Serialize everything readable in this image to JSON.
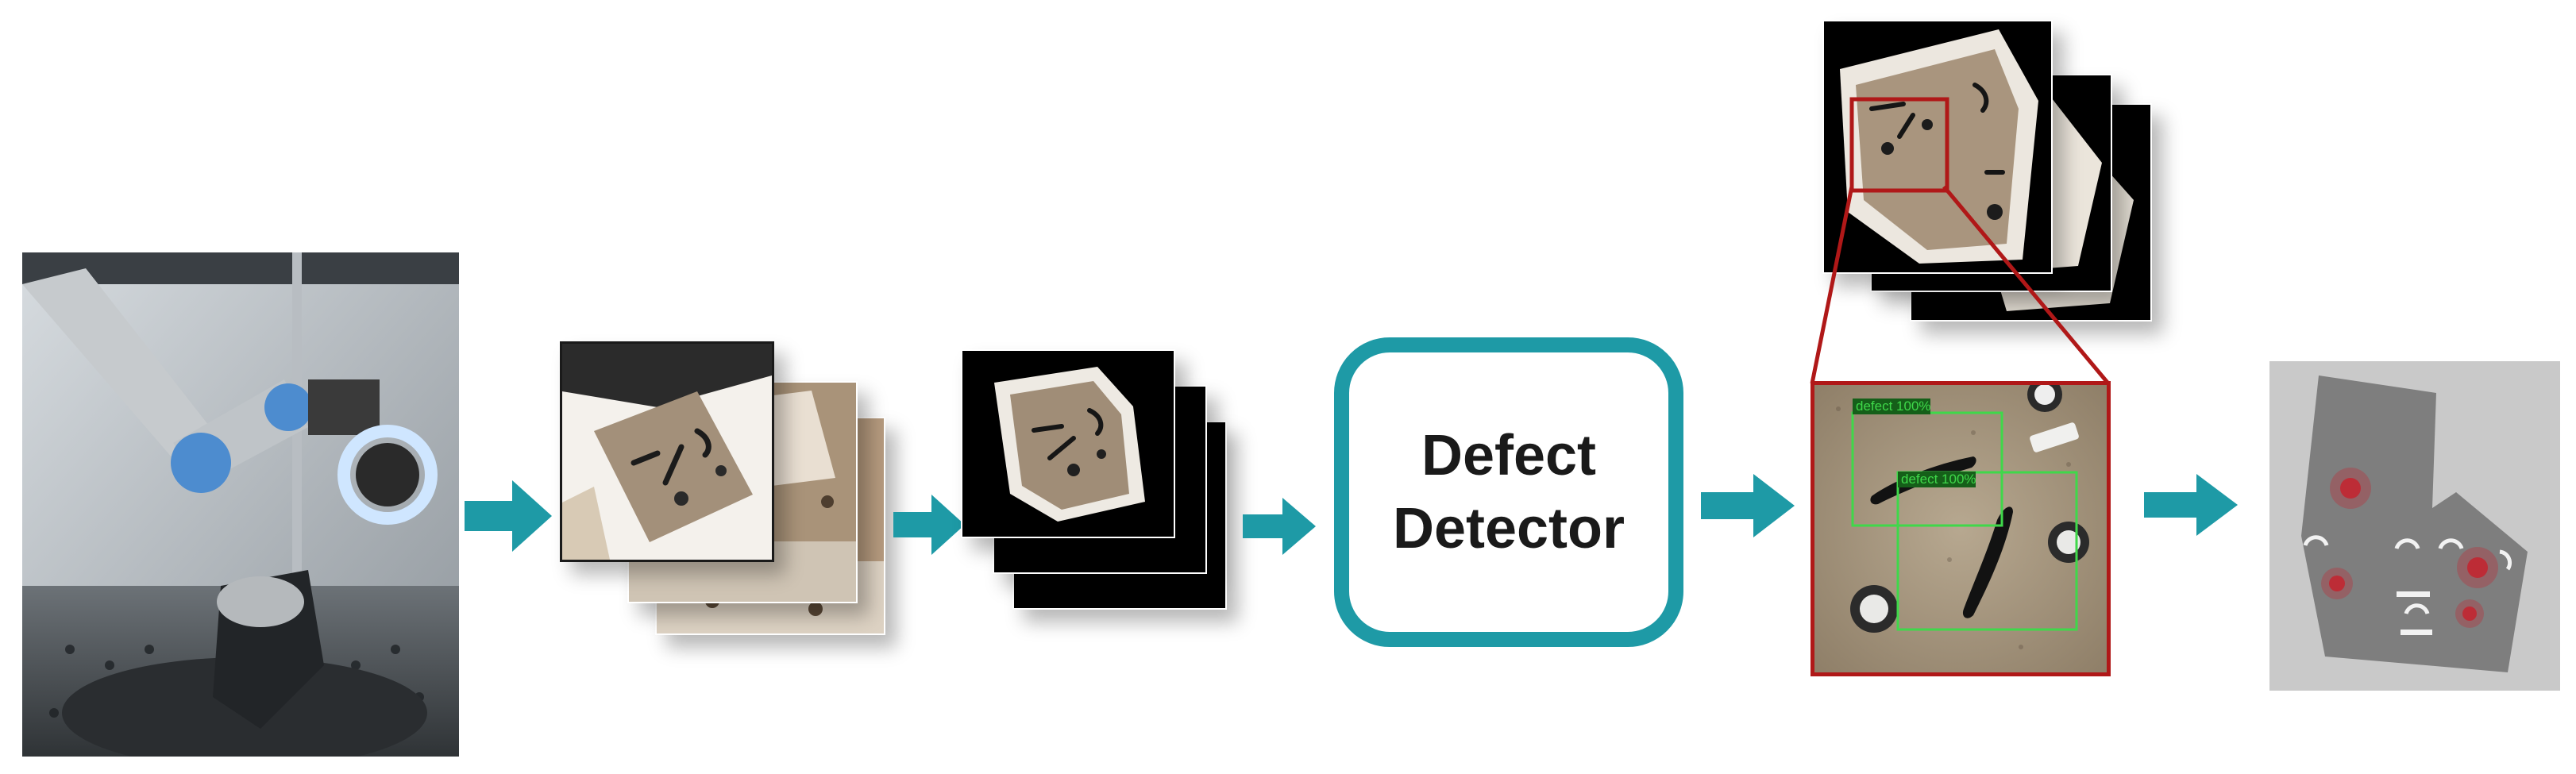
{
  "detector": {
    "line1": "Defect",
    "line2": "Detector"
  },
  "detections": [
    {
      "label": "defect 100%"
    },
    {
      "label": "defect 100%"
    }
  ],
  "colors": {
    "arrow": "#1e9aa6",
    "detector_border": "#1e9aa6",
    "zoom_frame": "#b01818",
    "detection_box": "#3fd84a"
  },
  "icons": {
    "arrow": "right-arrow-icon"
  }
}
